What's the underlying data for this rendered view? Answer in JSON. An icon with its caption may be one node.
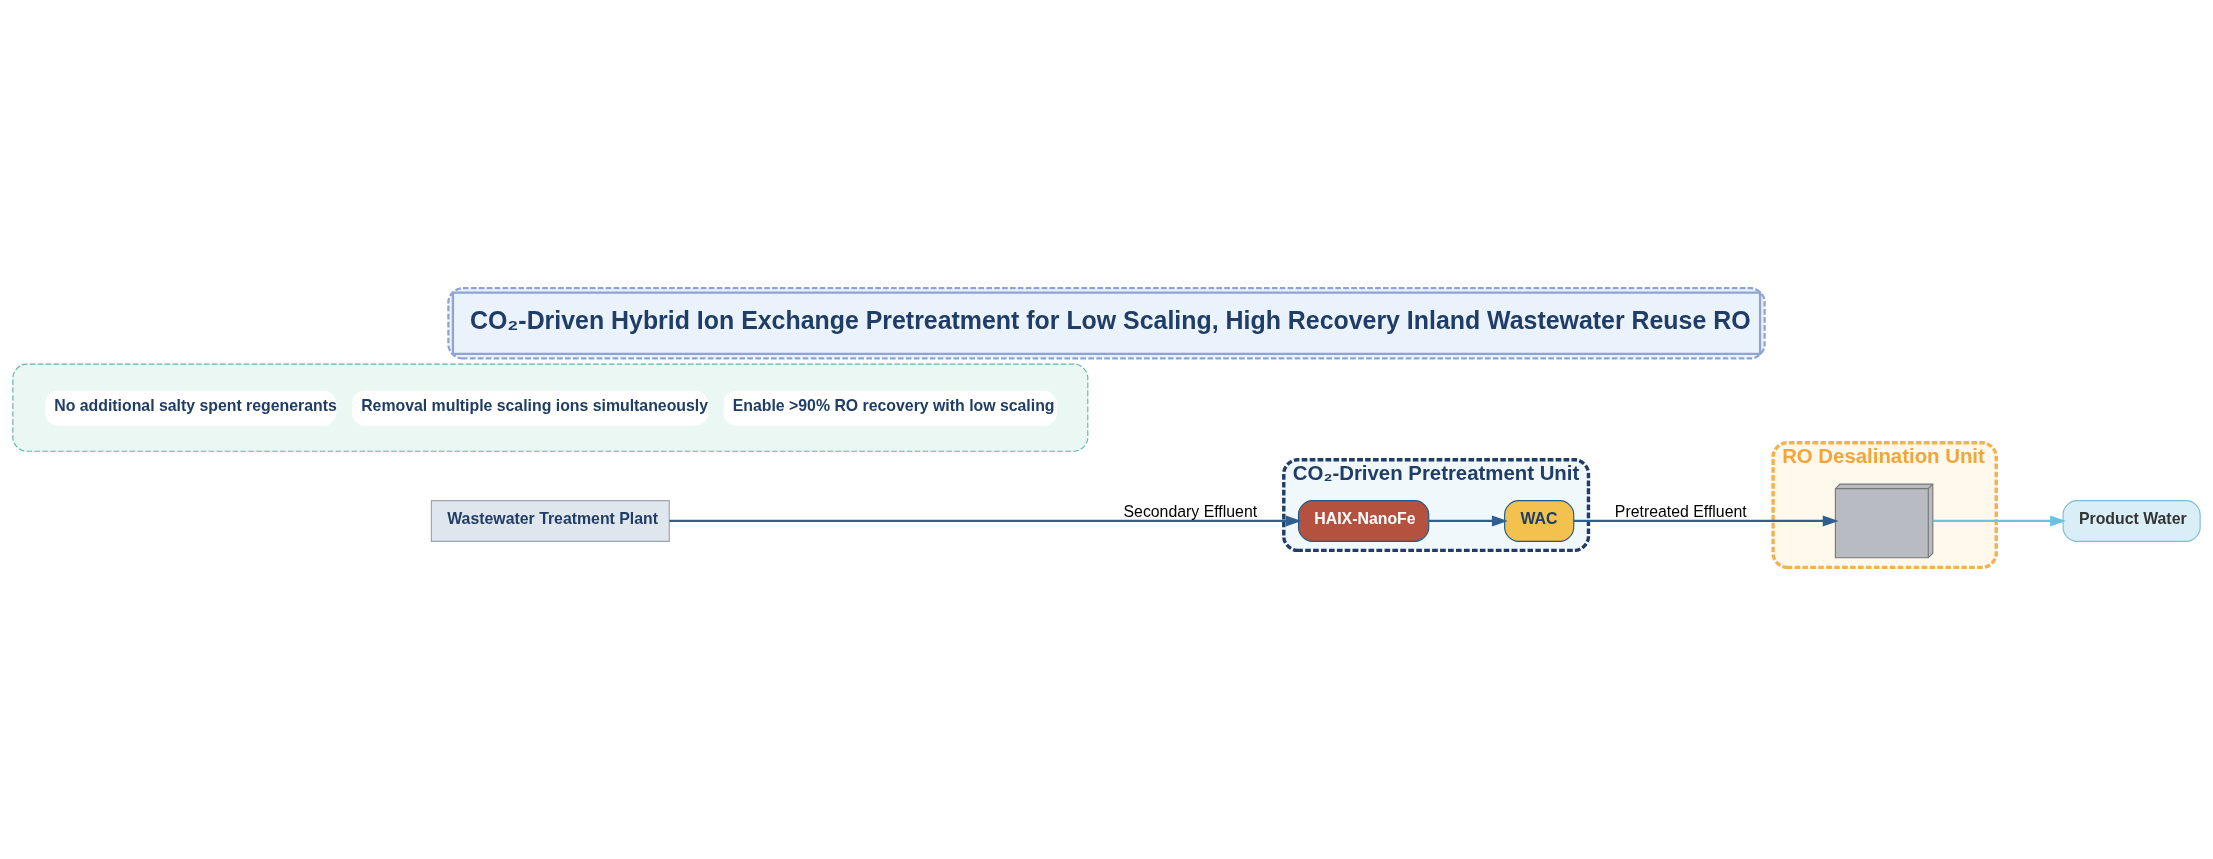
{
  "diagram": {
    "title": "CO₂-Driven Hybrid Ion Exchange Pretreatment for Low Scaling, High Recovery Inland Wastewater Reuse RO",
    "nodes": [
      {
        "text": [
          "Wastewater Treatment Plant"
        ]
      },
      {
        "text": [
          "CO₂-Driven Pretreatment Unit"
        ]
      },
      {
        "text": [
          "HAIX-NanoFe"
        ],
        "in": 1
      },
      {
        "text": [
          "WAC"
        ],
        "in": 1
      },
      {
        "text": [
          "RO Desalination Unit"
        ]
      },
      {
        "text": [],
        "shape": "picture",
        "in": 4
      },
      {
        "text": [
          "Product Water"
        ]
      },
      {
        "text": [
          "No additional salty spent regenerants",
          "Removal multiple scaling ions simultaneously",
          "Enable >90% RO recovery with low scaling"
        ]
      }
    ],
    "edges": [
      {
        "from": 0,
        "to": 2,
        "arrow": "to",
        "label": "Secondary Effluent"
      },
      {
        "from": 2,
        "to": 3,
        "arrow": "to"
      },
      {
        "from": 3,
        "to": 5,
        "arrow": "to",
        "label": "Pretreated Effluent"
      },
      {
        "from": 5,
        "to": 6,
        "arrow": "to",
        "color": "#6cc3e0"
      }
    ]
  }
}
